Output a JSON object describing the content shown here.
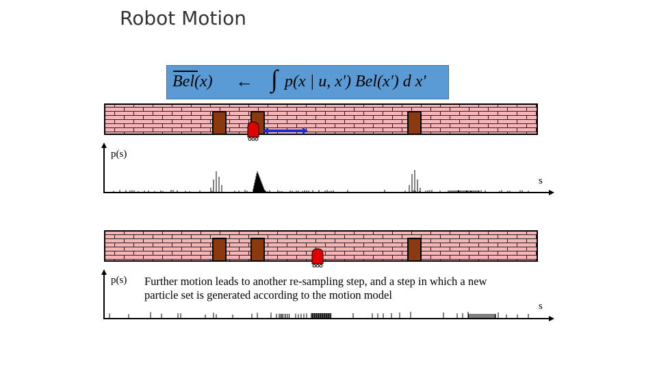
{
  "title": "Robot Motion",
  "formula": {
    "lhs": "Bel(x)",
    "arrow": "←",
    "integral": "∫",
    "rhs": "p(x | u, x') Bel(x') d x'"
  },
  "panel_top": {
    "y_label": "p(s)",
    "x_label": "s"
  },
  "panel_bottom": {
    "y_label": "p(s)",
    "x_label": "s"
  },
  "caption": "Further motion leads to another re-sampling step, and a step in which a new particle set is generated according to the motion model",
  "colors": {
    "formula_bg": "#5b9bd5",
    "brick": "#f4b6b6",
    "door": "#8b3a0f",
    "robot": "#e00000",
    "arrow": "#1a2fd1"
  }
}
